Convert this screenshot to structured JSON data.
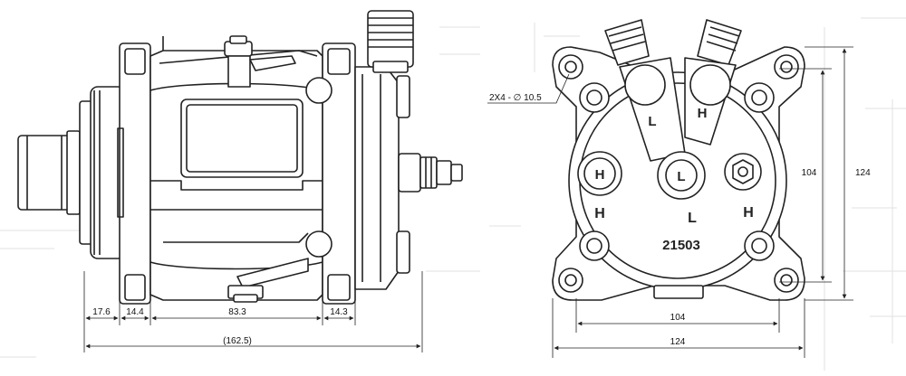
{
  "side_view": {
    "dimensions": [
      "17.6",
      "14.4",
      "83.3",
      "14.3",
      "(162.5)"
    ]
  },
  "front_view": {
    "hole_callout": "2X4 - ∅ 10.5",
    "dimensions": {
      "inner_width": "104",
      "outer_width": "124",
      "inner_height": "104",
      "outer_height": "124"
    },
    "model_number": "21503",
    "port_labels": {
      "upper_left": "L",
      "upper_right": "H",
      "left_cap": "H",
      "center_cap": "L",
      "left": "H",
      "center": "L",
      "right": "H"
    }
  }
}
